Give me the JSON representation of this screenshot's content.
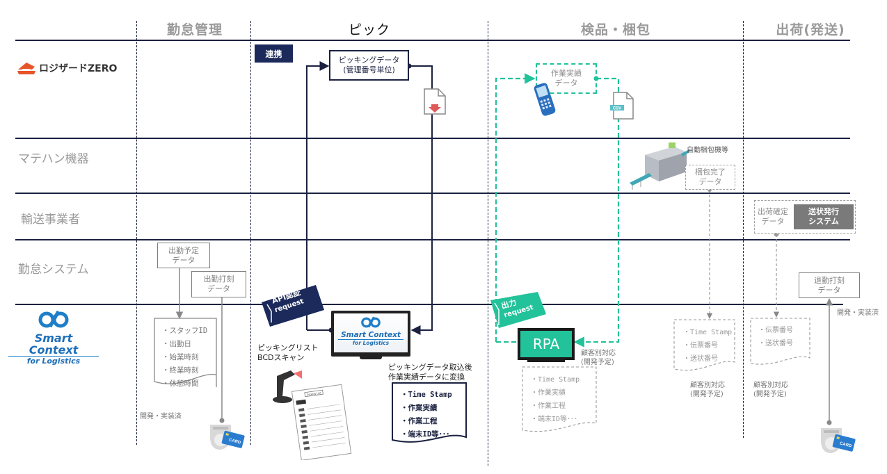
{
  "columns": [
    {
      "label": "勤怠管理",
      "active": false
    },
    {
      "label": "ピック",
      "active": true
    },
    {
      "label": "検品・梱包",
      "active": false
    },
    {
      "label": "出荷(発送)",
      "active": false
    }
  ],
  "rows": {
    "logizard": {
      "logo_text": "ロジザードZERO"
    },
    "matehan": {
      "label": "マテハン機器"
    },
    "transport": {
      "label": "輸送事業者"
    },
    "attendance_system": {
      "label": "勤怠システム"
    },
    "smart_context": {
      "logo_line1": "Smart Context",
      "logo_line2": "for Logistics"
    }
  },
  "picking": {
    "tag_renkei": "連携",
    "picking_data_box": [
      "ピッキングデータ",
      "(管理番号単位)"
    ],
    "api_tag": [
      "API認証",
      "request"
    ],
    "monitor_logo": [
      "Smart Context",
      "for Logistics"
    ],
    "scan_label": [
      "ピッキングリスト",
      "BCDスキャン"
    ],
    "convert_label": [
      "ピッキングデータ取込後",
      "作業実績データに変換"
    ],
    "output_items": [
      "・Time Stamp",
      "・作業実績",
      "・作業工程",
      "・端末ID等･･･"
    ],
    "picking_list_title": "Picking List"
  },
  "attendance": {
    "schedule_box": [
      "出勤予定",
      "データ"
    ],
    "clockin_box": [
      "出勤打刻",
      "データ"
    ],
    "items": [
      "・スタッフID",
      "・出勤日",
      "・始業時刻",
      "・終業時刻",
      "・休憩時間"
    ],
    "status": "開発・実装済",
    "card_label": "CARD"
  },
  "inspection": {
    "work_result_box": [
      "作業実績",
      "データ"
    ],
    "csv_label": "CSV",
    "output_tag": [
      "出力",
      "request"
    ],
    "rpa_label": "RPA",
    "rpa_note": [
      "顧客別対応",
      "(開発予定)"
    ],
    "rpa_items": [
      "・Time Stamp",
      "・作業実績",
      "・作業工程",
      "・端末ID等･･･"
    ],
    "packing_machine_label": "自動梱包機等",
    "packing_done_box": [
      "梱包完了",
      "データ"
    ],
    "packing_items": [
      "・Time Stamp",
      "・伝票番号",
      "・送状番号"
    ],
    "packing_note": [
      "顧客別対応",
      "(開発予定)"
    ]
  },
  "shipping": {
    "confirm_box": [
      "出荷確定",
      "データ"
    ],
    "label_system": [
      "送状発行",
      "システム"
    ],
    "items": [
      "・伝票番号",
      "・送状番号"
    ],
    "note": [
      "顧客別対応",
      "(開発予定)"
    ],
    "clockout_box": [
      "退勤打刻",
      "データ"
    ],
    "status": "開発・実装済",
    "card_label": "CARD"
  },
  "colors": {
    "navy": "#1b2140",
    "teal": "#22c29a",
    "gray": "#7f7f7f",
    "logizard_orange": "#e8542a",
    "smart_blue": "#1e7fc8"
  }
}
